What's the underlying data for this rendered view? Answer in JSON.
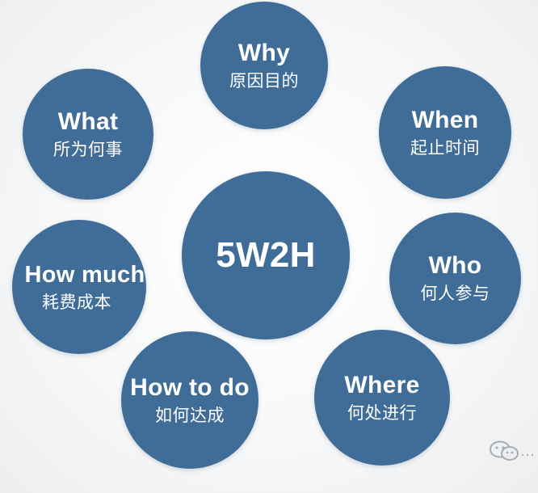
{
  "diagram": {
    "center": {
      "title": "5W2H"
    },
    "nodes": [
      {
        "id": "why",
        "title": "Why",
        "subtitle": "原因目的"
      },
      {
        "id": "what",
        "title": "What",
        "subtitle": "所为何事"
      },
      {
        "id": "when",
        "title": "When",
        "subtitle": "起止时间"
      },
      {
        "id": "howmuch",
        "title": "How much",
        "subtitle": "耗费成本"
      },
      {
        "id": "who",
        "title": "Who",
        "subtitle": "何人参与"
      },
      {
        "id": "howtodo",
        "title": "How to do",
        "subtitle": "如何达成"
      },
      {
        "id": "where",
        "title": "Where",
        "subtitle": "何处进行"
      }
    ]
  },
  "watermark": {
    "icon": "wechat-icon",
    "text": "…"
  },
  "colors": {
    "circle": "#3f6d98",
    "text": "#ffffff",
    "background": "#f4f5f6"
  }
}
